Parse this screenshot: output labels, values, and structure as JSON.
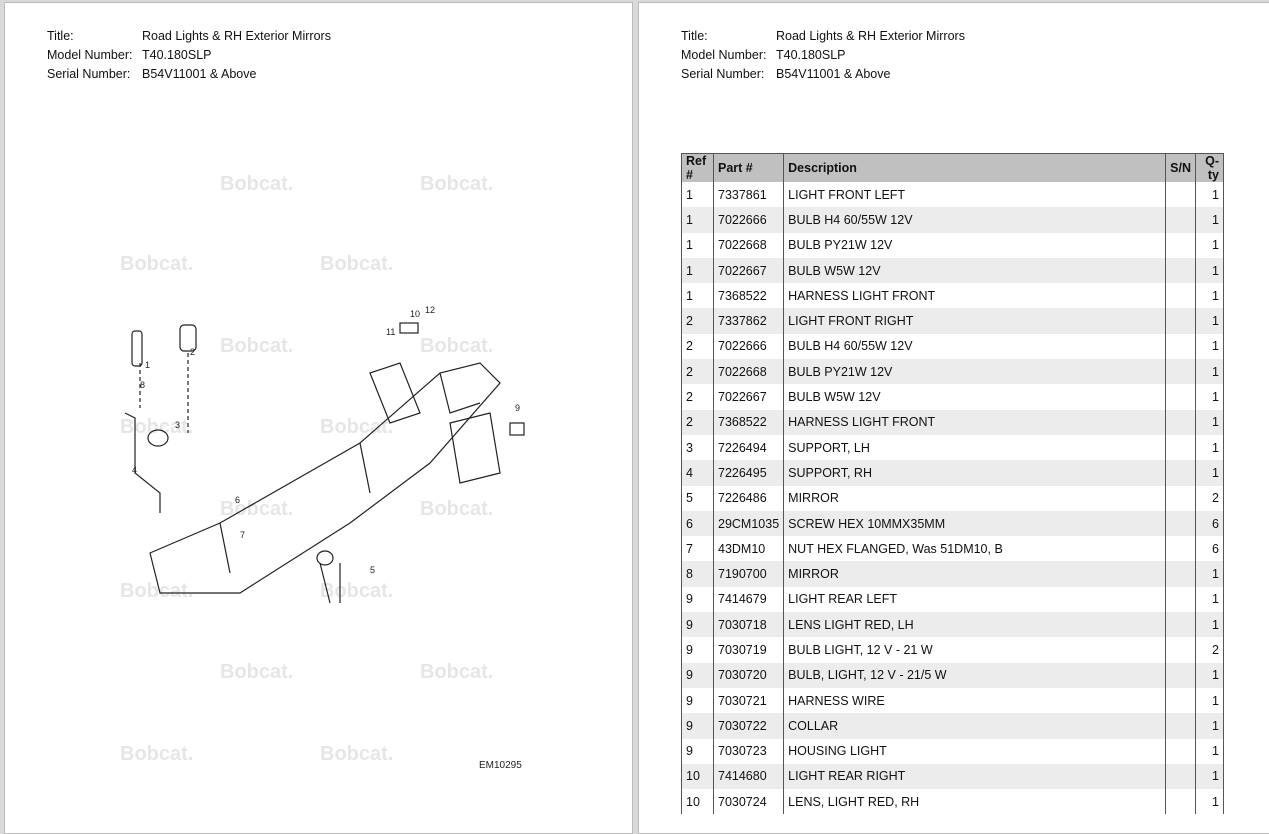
{
  "header": {
    "title_label": "Title:",
    "title": "Road Lights & RH Exterior Mirrors",
    "model_label": "Model Number:",
    "model": "T40.180SLP",
    "serial_label": "Serial Number:",
    "serial": "B54V11001 & Above"
  },
  "diagram": {
    "code": "EM10295",
    "watermark": "Bobcat.",
    "callouts": [
      "1",
      "2",
      "3",
      "4",
      "5",
      "6",
      "7",
      "8",
      "9",
      "10",
      "11",
      "12"
    ]
  },
  "table": {
    "columns": [
      "Ref #",
      "Part #",
      "Description",
      "S/N",
      "Q-ty"
    ],
    "rows": [
      [
        "1",
        "7337861",
        "LIGHT FRONT LEFT",
        "",
        "1"
      ],
      [
        "1",
        "7022666",
        "BULB H4 60/55W 12V",
        "",
        "1"
      ],
      [
        "1",
        "7022668",
        "BULB PY21W 12V",
        "",
        "1"
      ],
      [
        "1",
        "7022667",
        "BULB W5W 12V",
        "",
        "1"
      ],
      [
        "1",
        "7368522",
        "HARNESS LIGHT FRONT",
        "",
        "1"
      ],
      [
        "2",
        "7337862",
        "LIGHT FRONT RIGHT",
        "",
        "1"
      ],
      [
        "2",
        "7022666",
        "BULB H4 60/55W 12V",
        "",
        "1"
      ],
      [
        "2",
        "7022668",
        "BULB PY21W 12V",
        "",
        "1"
      ],
      [
        "2",
        "7022667",
        "BULB W5W 12V",
        "",
        "1"
      ],
      [
        "2",
        "7368522",
        "HARNESS LIGHT FRONT",
        "",
        "1"
      ],
      [
        "3",
        "7226494",
        "SUPPORT, LH",
        "",
        "1"
      ],
      [
        "4",
        "7226495",
        "SUPPORT, RH",
        "",
        "1"
      ],
      [
        "5",
        "7226486",
        "MIRROR",
        "",
        "2"
      ],
      [
        "6",
        "29CM1035",
        "SCREW HEX 10MMX35MM",
        "",
        "6"
      ],
      [
        "7",
        "43DM10",
        "NUT HEX FLANGED, Was 51DM10, B",
        "",
        "6"
      ],
      [
        "8",
        "7190700",
        "MIRROR",
        "",
        "1"
      ],
      [
        "9",
        "7414679",
        "LIGHT REAR LEFT",
        "",
        "1"
      ],
      [
        "9",
        "7030718",
        "LENS LIGHT RED,  LH",
        "",
        "1"
      ],
      [
        "9",
        "7030719",
        "BULB LIGHT, 12 V - 21 W",
        "",
        "2"
      ],
      [
        "9",
        "7030720",
        "BULB, LIGHT, 12 V - 21/5 W",
        "",
        "1"
      ],
      [
        "9",
        "7030721",
        "HARNESS WIRE",
        "",
        "1"
      ],
      [
        "9",
        "7030722",
        "COLLAR",
        "",
        "1"
      ],
      [
        "9",
        "7030723",
        "HOUSING LIGHT",
        "",
        "1"
      ],
      [
        "10",
        "7414680",
        "LIGHT REAR RIGHT",
        "",
        "1"
      ],
      [
        "10",
        "7030724",
        "LENS, LIGHT RED,  RH",
        "",
        "1"
      ]
    ]
  }
}
